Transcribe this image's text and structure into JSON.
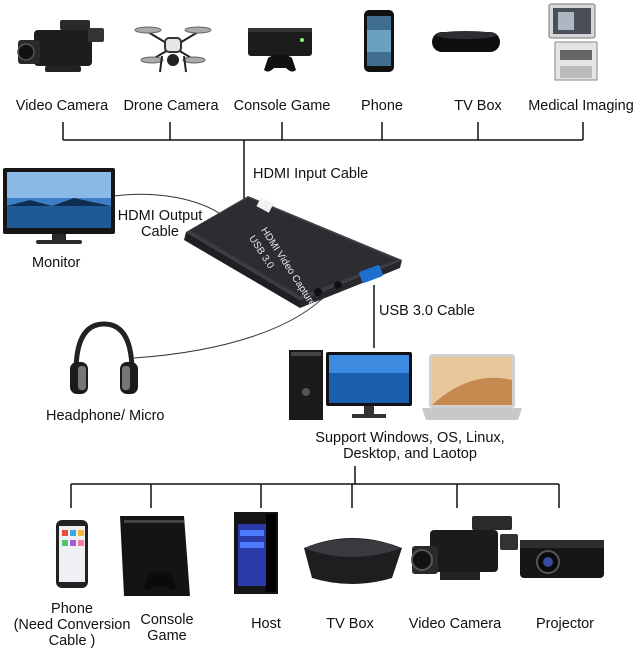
{
  "top_sources": [
    {
      "label": "Video Camera",
      "icon": "video-camera-icon"
    },
    {
      "label": "Drone Camera",
      "icon": "drone-icon"
    },
    {
      "label": "Console Game",
      "icon": "game-console-icon"
    },
    {
      "label": "Phone",
      "icon": "smartphone-icon"
    },
    {
      "label": "TV Box",
      "icon": "tv-box-icon"
    },
    {
      "label": "Medical Imaging",
      "icon": "medical-imaging-icon"
    }
  ],
  "device": {
    "front_text_line1": "HDMI Video Capture",
    "front_text_line2": "USB 3.0",
    "body_color": "#2b2d31"
  },
  "cables": {
    "hdmi_input": "HDMI Input Cable",
    "hdmi_output_line1": "HDMI Output",
    "hdmi_output_line2": "Cable",
    "usb": "USB 3.0 Cable"
  },
  "side_devices": {
    "monitor": "Monitor",
    "headphone": "Headphone/ Micro"
  },
  "computers": {
    "line1": "Support Windows, OS, Linux,",
    "line2": "Desktop, and Laotop"
  },
  "bottom_targets": [
    {
      "label_line1": "Phone",
      "label_line2": "(Need Conversion",
      "label_line3": "Cable )",
      "icon": "smartphone-icon"
    },
    {
      "label_line1": "Console",
      "label_line2": "Game",
      "icon": "game-console-icon"
    },
    {
      "label_line1": "Host",
      "icon": "desktop-tower-icon"
    },
    {
      "label_line1": "TV Box",
      "icon": "tv-box-icon"
    },
    {
      "label_line1": "Video Camera",
      "icon": "video-camera-icon"
    },
    {
      "label_line1": "Projector",
      "icon": "projector-icon"
    }
  ]
}
